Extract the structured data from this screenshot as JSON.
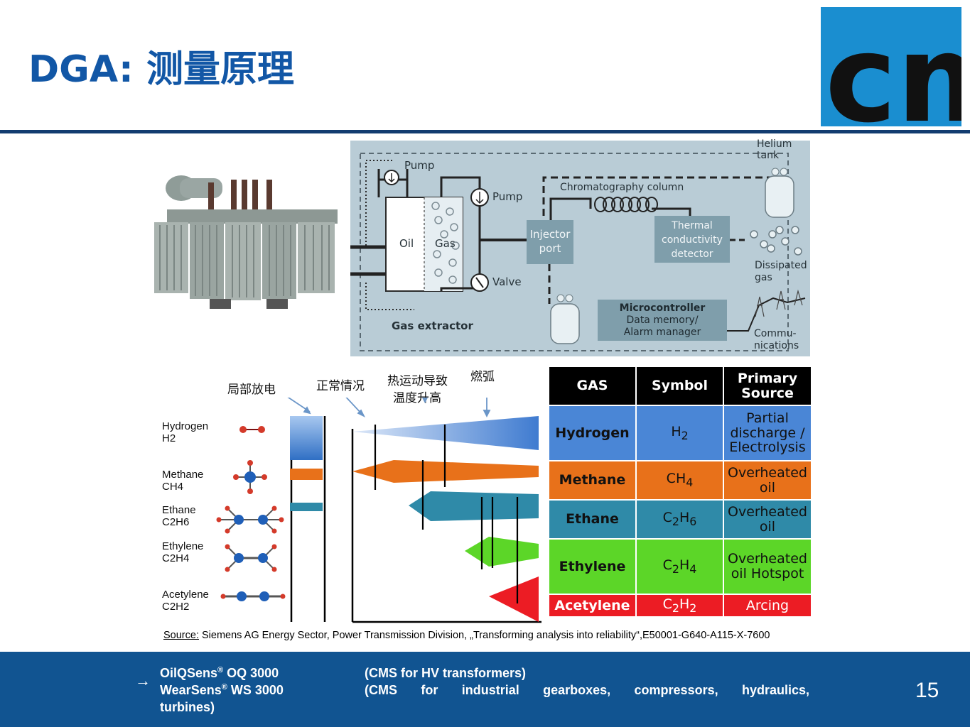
{
  "title": "DGA: 测量原理",
  "logo": {
    "text": "cmc"
  },
  "diagram": {
    "labels": {
      "pump_top": "Pump",
      "pump_right": "Pump",
      "valve": "Valve",
      "oil": "Oil",
      "gas": "Gas",
      "gas_extractor": "Gas extractor",
      "injector_line1": "Injector",
      "injector_line2": "port",
      "chromatography": "Chromatography column",
      "tcd_line1": "Thermal",
      "tcd_line2": "conductivity",
      "tcd_line3": "detector",
      "helium_line1": "Helium",
      "helium_line2": "tank",
      "dissipated_line1": "Dissipated",
      "dissipated_line2": "gas",
      "micro_line1": "Microcontroller",
      "micro_line2": "Data memory/",
      "micro_line3": "Alarm manager",
      "comm_line1": "Commu-",
      "comm_line2": "nications"
    }
  },
  "fault_chart": {
    "categories": [
      "局部放电",
      "正常情况",
      "热运动导致",
      "温度升高",
      "燃弧"
    ],
    "molecules": [
      {
        "name": "Hydrogen",
        "formula": "H2"
      },
      {
        "name": "Methane",
        "formula": "CH4"
      },
      {
        "name": "Ethane",
        "formula": "C2H6"
      },
      {
        "name": "Ethylene",
        "formula": "C2H4"
      },
      {
        "name": "Acetylene",
        "formula": "C2H2"
      }
    ]
  },
  "gas_table": {
    "headers": [
      "GAS",
      "Symbol",
      "Primary Source"
    ],
    "rows": [
      {
        "gas": "Hydrogen",
        "symbol": "H",
        "sub1": "2",
        "sym2": "",
        "sub2": "",
        "source": "Partial discharge / Electrolysis",
        "color": "#4a86d6"
      },
      {
        "gas": "Methane",
        "symbol": "CH",
        "sub1": "4",
        "sym2": "",
        "sub2": "",
        "source": "Overheated oil",
        "color": "#e8711a"
      },
      {
        "gas": "Ethane",
        "symbol": "C",
        "sub1": "2",
        "sym2": "H",
        "sub2": "6",
        "source": "Overheated oil",
        "color": "#2f8aa8"
      },
      {
        "gas": "Ethylene",
        "symbol": "C",
        "sub1": "2",
        "sym2": "H",
        "sub2": "4",
        "source": "Overheated oil Hotspot",
        "color": "#5cd628"
      },
      {
        "gas": "Acetylene",
        "symbol": "C",
        "sub1": "2",
        "sym2": "H",
        "sub2": "2",
        "source": "Arcing",
        "color": "#ec1c24"
      }
    ]
  },
  "source": {
    "label": "Source:",
    "text": " Siemens AG Energy Sector, Power Transmission Division, „Transforming analysis into reliability“,E50001-G640-A115-X-7600"
  },
  "footer": {
    "arrow": "→",
    "product1": "OilQSens",
    "product1_model": " OQ 3000",
    "product1_desc": "(CMS for HV transformers)",
    "product2": "WearSens",
    "product2_model": " WS 3000",
    "product2_desc": "(CMS for industrial gearboxes, compressors, hydraulics,",
    "product2_desc_cont": "turbines)",
    "reg": "®",
    "page_number": "15"
  },
  "colors": {
    "title": "#1257a6",
    "footer": "#115491",
    "hydrogen": "#4a86d6",
    "methane": "#e8711a",
    "ethane": "#2f8aa8",
    "ethylene": "#5cd628",
    "acetylene": "#ec1c24"
  }
}
